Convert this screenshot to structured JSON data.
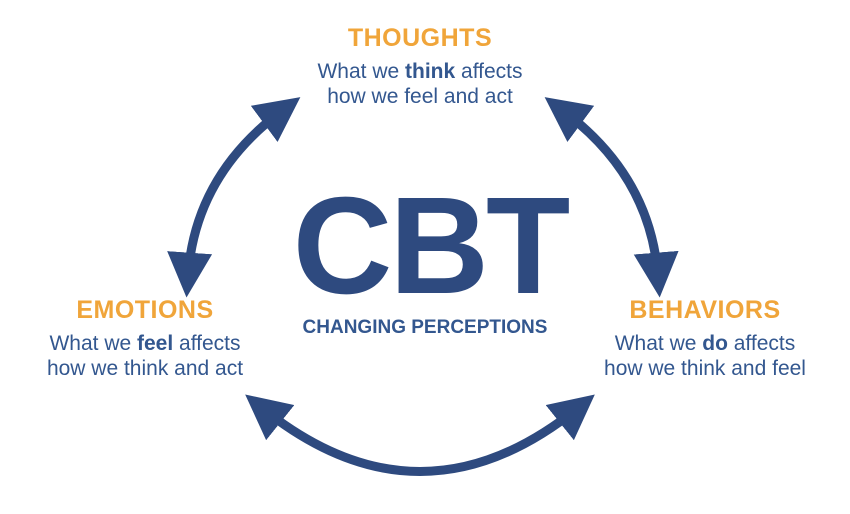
{
  "colors": {
    "navy": "#2e4a7f",
    "orange": "#f0a53a",
    "text_blue": "#33578f"
  },
  "center": {
    "title": "CBT",
    "subtitle": "CHANGING PERCEPTIONS"
  },
  "nodes": {
    "thoughts": {
      "title": "THOUGHTS",
      "line1_pre": "What we ",
      "line1_bold": "think",
      "line1_post": " affects",
      "line2": "how we feel and act"
    },
    "emotions": {
      "title": "EMOTIONS",
      "line1_pre": "What we ",
      "line1_bold": "feel",
      "line1_post": " affects",
      "line2": "how we think and act"
    },
    "behaviors": {
      "title": "BEHAVIORS",
      "line1_pre": "What we ",
      "line1_bold": "do",
      "line1_post": " affects",
      "line2": "how we think and feel"
    }
  },
  "arrows": [
    {
      "from": "thoughts",
      "to": "emotions",
      "direction": "bidirectional"
    },
    {
      "from": "thoughts",
      "to": "behaviors",
      "direction": "bidirectional"
    },
    {
      "from": "emotions",
      "to": "behaviors",
      "direction": "bidirectional"
    }
  ]
}
